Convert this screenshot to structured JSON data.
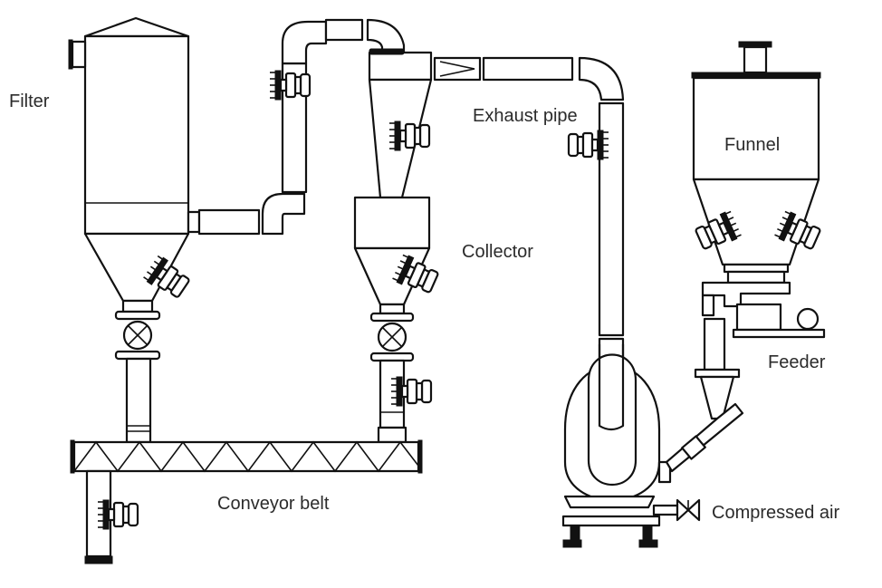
{
  "diagram": {
    "labels": {
      "filter": "Filter",
      "exhaust_pipe": "Exhaust pipe",
      "funnel": "Funnel",
      "collector": "Collector",
      "feeder": "Feeder",
      "conveyor_belt": "Conveyor belt",
      "compressed_air": "Compressed air"
    },
    "colors": {
      "line": "#111111",
      "text": "#2b2b2b",
      "background": "#ffffff"
    }
  }
}
